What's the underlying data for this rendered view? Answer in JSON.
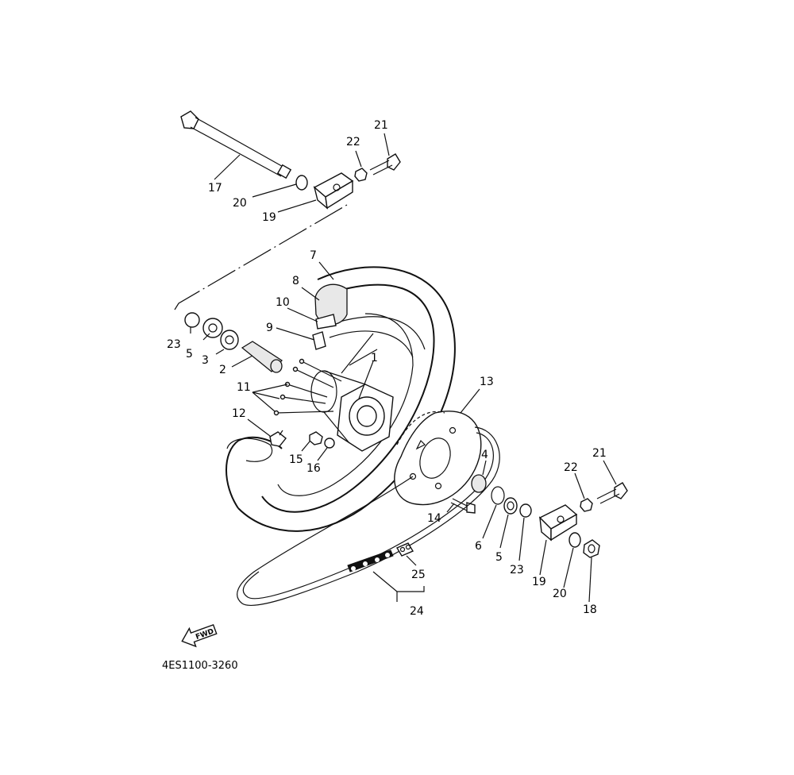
{
  "diagram": {
    "code": "4ES1100-3260",
    "fwd_label": "FWD",
    "callouts": [
      "1",
      "2",
      "3",
      "4",
      "5",
      "6",
      "7",
      "8",
      "9",
      "10",
      "11",
      "12",
      "13",
      "14",
      "15",
      "16",
      "17",
      "18",
      "19",
      "20",
      "21",
      "22",
      "23",
      "24",
      "25"
    ],
    "callouts_extra": [
      "19",
      "20",
      "21",
      "22",
      "23",
      "5"
    ]
  }
}
